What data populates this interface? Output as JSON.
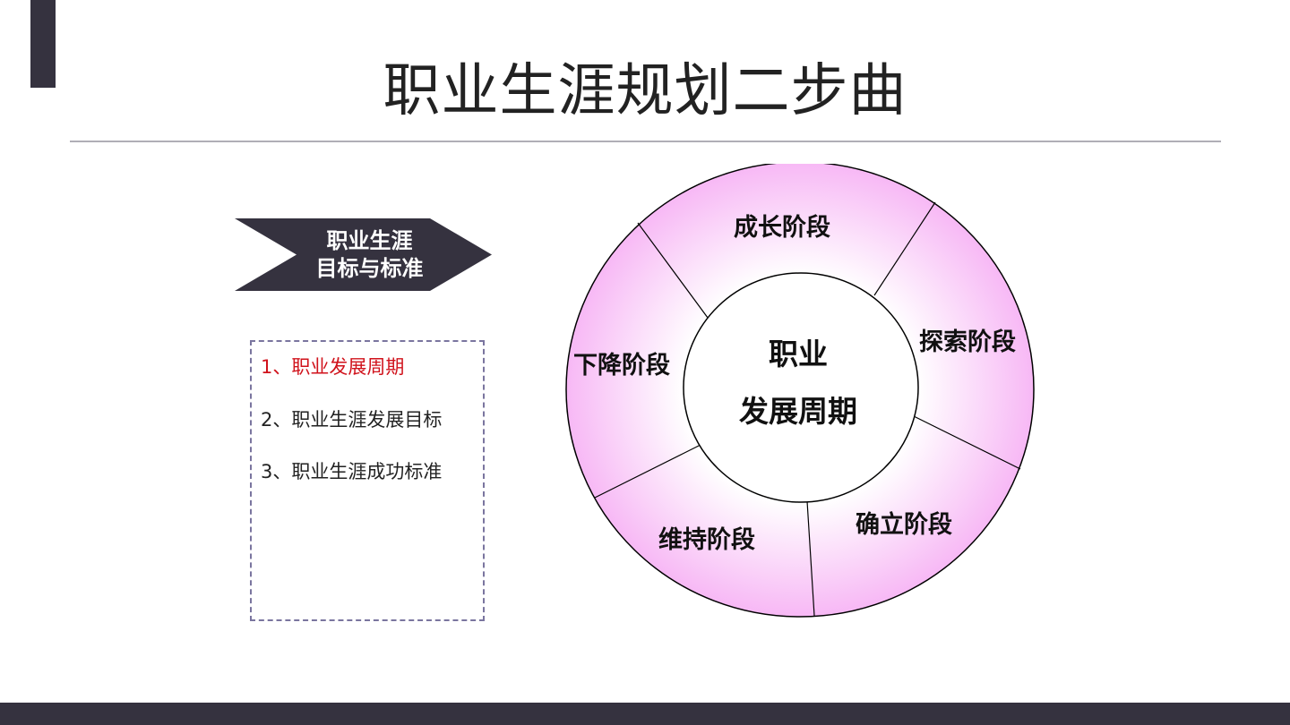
{
  "slide": {
    "title": "职业生涯规划二步曲"
  },
  "chevron": {
    "line1": "职业生涯",
    "line2": "目标与标准"
  },
  "list": {
    "items": [
      {
        "label": "1、职业发展周期",
        "active": true
      },
      {
        "label": "2、职业生涯发展目标",
        "active": false
      },
      {
        "label": "3、职业生涯成功标准",
        "active": false
      }
    ]
  },
  "cycle": {
    "center_line1": "职业",
    "center_line2": "发展周期",
    "stages": {
      "growth": "成长阶段",
      "explore": "探索阶段",
      "establish": "确立阶段",
      "maintain": "维持阶段",
      "decline": "下降阶段"
    }
  },
  "colors": {
    "dark": "#35323f",
    "active_text": "#d0121b",
    "ring_pink": "#f7b8f5",
    "dashed_border": "#7a759f"
  }
}
